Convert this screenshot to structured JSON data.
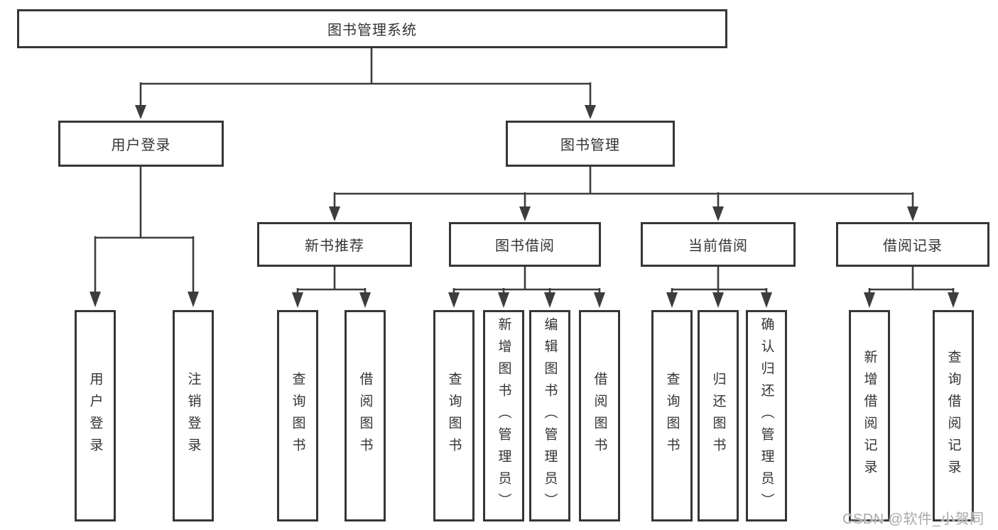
{
  "diagram": {
    "root": {
      "label": "图书管理系统"
    },
    "branches": [
      {
        "label": "用户登录",
        "children": [
          {
            "label": "用户登录"
          },
          {
            "label": "注销登录"
          }
        ]
      },
      {
        "label": "图书管理",
        "children": [
          {
            "label": "新书推荐",
            "children": [
              {
                "label": "查询图书"
              },
              {
                "label": "借阅图书"
              }
            ]
          },
          {
            "label": "图书借阅",
            "children": [
              {
                "label": "查询图书"
              },
              {
                "label": "新增图书（管理员）"
              },
              {
                "label": "编辑图书（管理员）"
              },
              {
                "label": "借阅图书"
              }
            ]
          },
          {
            "label": "当前借阅",
            "children": [
              {
                "label": "查询图书"
              },
              {
                "label": "归还图书"
              },
              {
                "label": "确认归还（管理员）"
              }
            ]
          },
          {
            "label": "借阅记录",
            "children": [
              {
                "label": "新增借阅记录"
              },
              {
                "label": "查询借阅记录"
              }
            ]
          }
        ]
      }
    ]
  },
  "watermark": {
    "text": "CSDN @软件_小贺同学"
  },
  "colors": {
    "background": "#ffffff",
    "line": "#3d3d3d",
    "box_border": "#363636",
    "text": "#333333",
    "watermark": "#a9a9a9"
  }
}
